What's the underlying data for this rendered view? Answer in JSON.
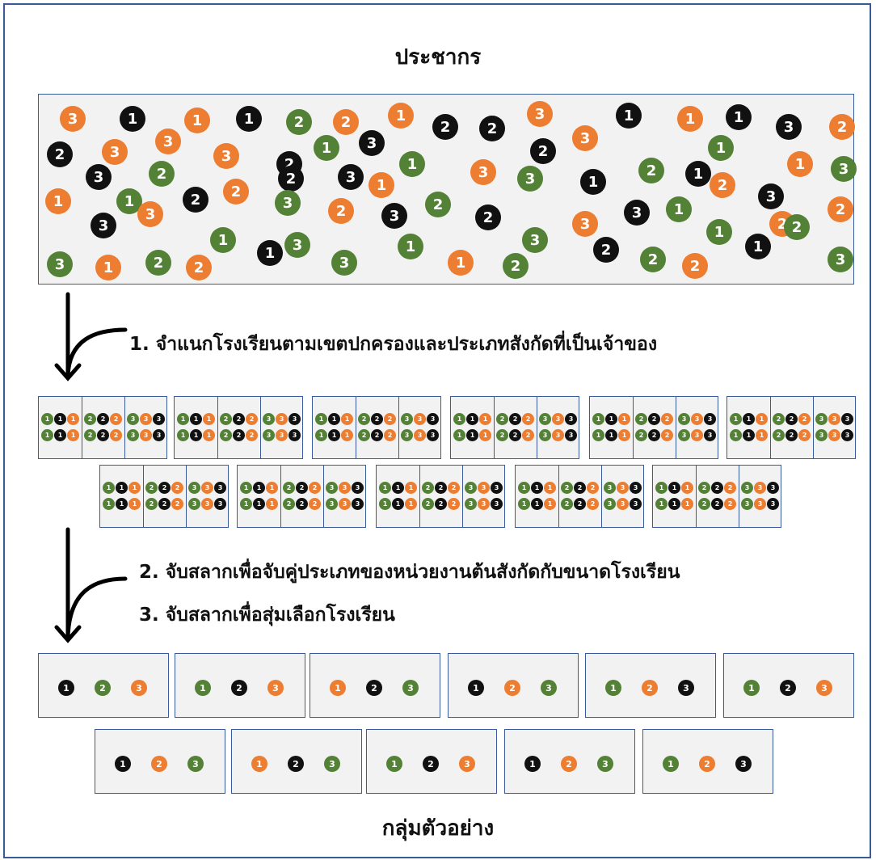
{
  "labels": {
    "population": "ประชากร",
    "step1": "1. จำแนกโรงเรียนตามเขตปกครองและประเภทสังกัดที่เป็นเจ้าของ",
    "step2": "2. จับสลากเพื่อจับคู่ประเภทของหน่วยงานต้นสังกัดกับขนาดโรงเรียน",
    "step3": "3. จับสลากเพื่อสุ่มเลือกโรงเรียน",
    "sample": "กลุ่มตัวอย่าง"
  },
  "colors": {
    "1": "#111111",
    "2": "#538135",
    "3": "#ed7d31",
    "border": "#3a5a9c"
  },
  "population_items": [
    [
      "3",
      "orange"
    ],
    [
      "1",
      "black"
    ],
    [
      "1",
      "orange"
    ],
    [
      "1",
      "black"
    ],
    [
      "2",
      "green"
    ],
    [
      "2",
      "orange"
    ],
    [
      "1",
      "orange"
    ],
    [
      "2",
      "black"
    ],
    [
      "2",
      "black"
    ],
    [
      "3",
      "orange"
    ],
    [
      "1",
      "black"
    ],
    [
      "1",
      "orange"
    ],
    [
      "1",
      "black"
    ],
    [
      "3",
      "black"
    ],
    [
      "2",
      "orange"
    ],
    [
      "2",
      "black"
    ],
    [
      "3",
      "orange"
    ],
    [
      "3",
      "orange"
    ],
    [
      "1",
      "green"
    ],
    [
      "3",
      "orange"
    ],
    [
      "3",
      "black"
    ],
    [
      "2",
      "black"
    ],
    [
      "2",
      "black"
    ],
    [
      "3",
      "orange"
    ],
    [
      "1",
      "green"
    ],
    [
      "3",
      "black"
    ],
    [
      "2",
      "green"
    ],
    [
      "2",
      "black"
    ],
    [
      "3",
      "black"
    ],
    [
      "1",
      "green"
    ],
    [
      "3",
      "orange"
    ],
    [
      "1",
      "black"
    ],
    [
      "2",
      "green"
    ],
    [
      "1",
      "black"
    ],
    [
      "1",
      "orange"
    ],
    [
      "3",
      "green"
    ],
    [
      "1",
      "orange"
    ],
    [
      "1",
      "green"
    ],
    [
      "2",
      "black"
    ],
    [
      "2",
      "orange"
    ],
    [
      "3",
      "green"
    ],
    [
      "1",
      "orange"
    ],
    [
      "3",
      "green"
    ],
    [
      "2",
      "orange"
    ],
    [
      "3",
      "black"
    ],
    [
      "2",
      "orange"
    ],
    [
      "3",
      "black"
    ],
    [
      "3",
      "orange"
    ],
    [
      "2",
      "orange"
    ],
    [
      "3",
      "black"
    ],
    [
      "2",
      "green"
    ],
    [
      "2",
      "black"
    ],
    [
      "3",
      "orange"
    ],
    [
      "3",
      "black"
    ],
    [
      "1",
      "green"
    ],
    [
      "2",
      "orange"
    ],
    [
      "1",
      "green"
    ],
    [
      "1",
      "black"
    ],
    [
      "3",
      "green"
    ],
    [
      "1",
      "green"
    ],
    [
      "3",
      "green"
    ],
    [
      "2",
      "black"
    ],
    [
      "1",
      "green"
    ],
    [
      "2",
      "green"
    ],
    [
      "1",
      "black"
    ],
    [
      "3",
      "green"
    ],
    [
      "1",
      "orange"
    ],
    [
      "2",
      "green"
    ],
    [
      "2",
      "orange"
    ],
    [
      "3",
      "green"
    ],
    [
      "1",
      "orange"
    ],
    [
      "2",
      "green"
    ],
    [
      "2",
      "green"
    ],
    [
      "2",
      "orange"
    ],
    [
      "3",
      "green"
    ]
  ],
  "strata_cell": [
    [
      [
        "1",
        "green"
      ],
      [
        "1",
        "black"
      ],
      [
        "1",
        "orange"
      ]
    ],
    [
      [
        "2",
        "green"
      ],
      [
        "2",
        "black"
      ],
      [
        "2",
        "orange"
      ]
    ],
    [
      [
        "3",
        "green"
      ],
      [
        "3",
        "orange"
      ],
      [
        "3",
        "black"
      ]
    ]
  ],
  "sample_groups": [
    [
      [
        "1",
        "black"
      ],
      [
        "2",
        "green"
      ],
      [
        "3",
        "orange"
      ]
    ],
    [
      [
        "1",
        "green"
      ],
      [
        "2",
        "black"
      ],
      [
        "3",
        "orange"
      ]
    ],
    [
      [
        "1",
        "orange"
      ],
      [
        "2",
        "black"
      ],
      [
        "3",
        "green"
      ]
    ],
    [
      [
        "1",
        "black"
      ],
      [
        "2",
        "orange"
      ],
      [
        "3",
        "green"
      ]
    ],
    [
      [
        "1",
        "green"
      ],
      [
        "2",
        "orange"
      ],
      [
        "3",
        "black"
      ]
    ],
    [
      [
        "1",
        "green"
      ],
      [
        "2",
        "black"
      ],
      [
        "3",
        "orange"
      ]
    ],
    [
      [
        "1",
        "black"
      ],
      [
        "2",
        "orange"
      ],
      [
        "3",
        "green"
      ]
    ],
    [
      [
        "1",
        "orange"
      ],
      [
        "2",
        "black"
      ],
      [
        "3",
        "green"
      ]
    ],
    [
      [
        "1",
        "green"
      ],
      [
        "2",
        "black"
      ],
      [
        "3",
        "orange"
      ]
    ],
    [
      [
        "1",
        "black"
      ],
      [
        "2",
        "orange"
      ],
      [
        "3",
        "green"
      ]
    ],
    [
      [
        "1",
        "green"
      ],
      [
        "2",
        "orange"
      ],
      [
        "3",
        "black"
      ]
    ]
  ]
}
